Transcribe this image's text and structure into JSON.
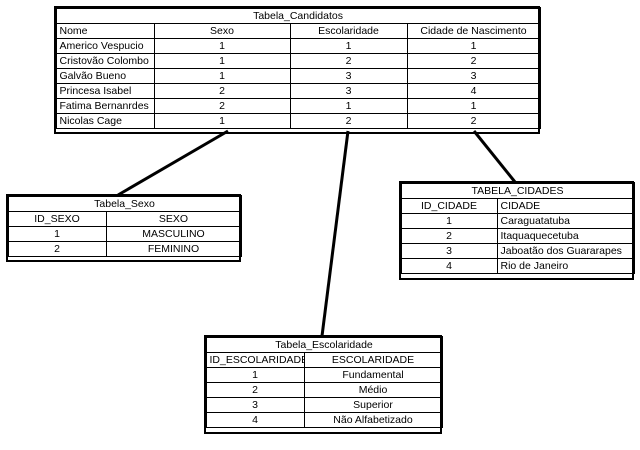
{
  "candidatos": {
    "title": "Tabela_Candidatos",
    "headers": [
      "Nome",
      "Sexo",
      "Escolaridade",
      "Cidade de Nascimento"
    ],
    "rows": [
      [
        "Americo Vespucio",
        "1",
        "1",
        "1"
      ],
      [
        "Cristovão Colombo",
        "1",
        "2",
        "2"
      ],
      [
        "Galvão Bueno",
        "1",
        "3",
        "3"
      ],
      [
        "Princesa Isabel",
        "2",
        "3",
        "4"
      ],
      [
        "Fatima Bernanrdes",
        "2",
        "1",
        "1"
      ],
      [
        "Nicolas Cage",
        "1",
        "2",
        "2"
      ]
    ]
  },
  "sexo": {
    "title": "Tabela_Sexo",
    "headers": [
      "ID_SEXO",
      "SEXO"
    ],
    "rows": [
      [
        "1",
        "MASCULINO"
      ],
      [
        "2",
        "FEMININO"
      ]
    ]
  },
  "cidades": {
    "title": "TABELA_CIDADES",
    "headers": [
      "ID_CIDADE",
      "CIDADE"
    ],
    "rows": [
      [
        "1",
        "Caraguatatuba"
      ],
      [
        "2",
        "Itaquaquecetuba"
      ],
      [
        "3",
        "Jaboatão dos Guararapes"
      ],
      [
        "4",
        "Rio de Janeiro"
      ]
    ]
  },
  "escolaridade": {
    "title": "Tabela_Escolaridade",
    "headers": [
      "ID_ESCOLARIDADE",
      "ESCOLARIDADE"
    ],
    "rows": [
      [
        "1",
        "Fundamental"
      ],
      [
        "2",
        "Médio"
      ],
      [
        "3",
        "Superior"
      ],
      [
        "4",
        "Não Alfabetizado"
      ]
    ]
  }
}
